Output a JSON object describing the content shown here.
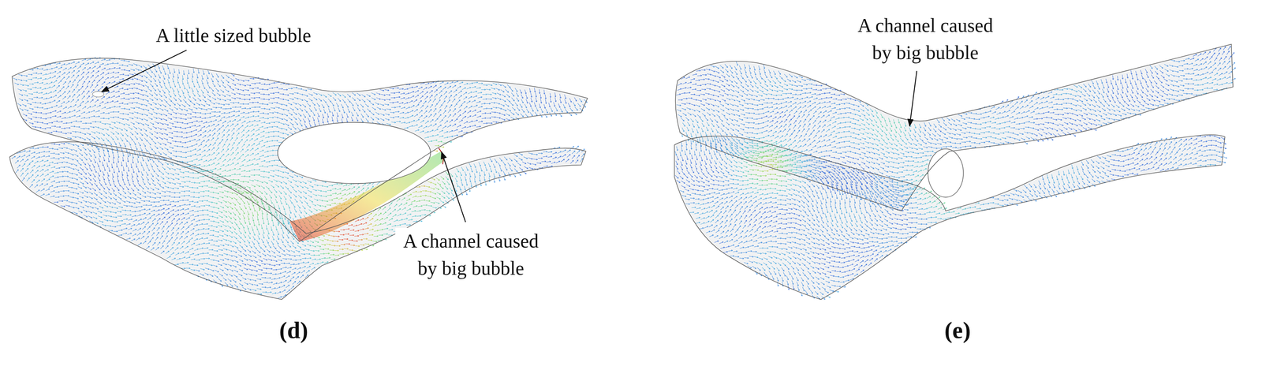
{
  "diagram": {
    "labels": [
      "A little sized bubble",
      "A channel caused by big bubble",
      "(d)",
      "A channel caused by big bubble",
      "(e)"
    ]
  }
}
